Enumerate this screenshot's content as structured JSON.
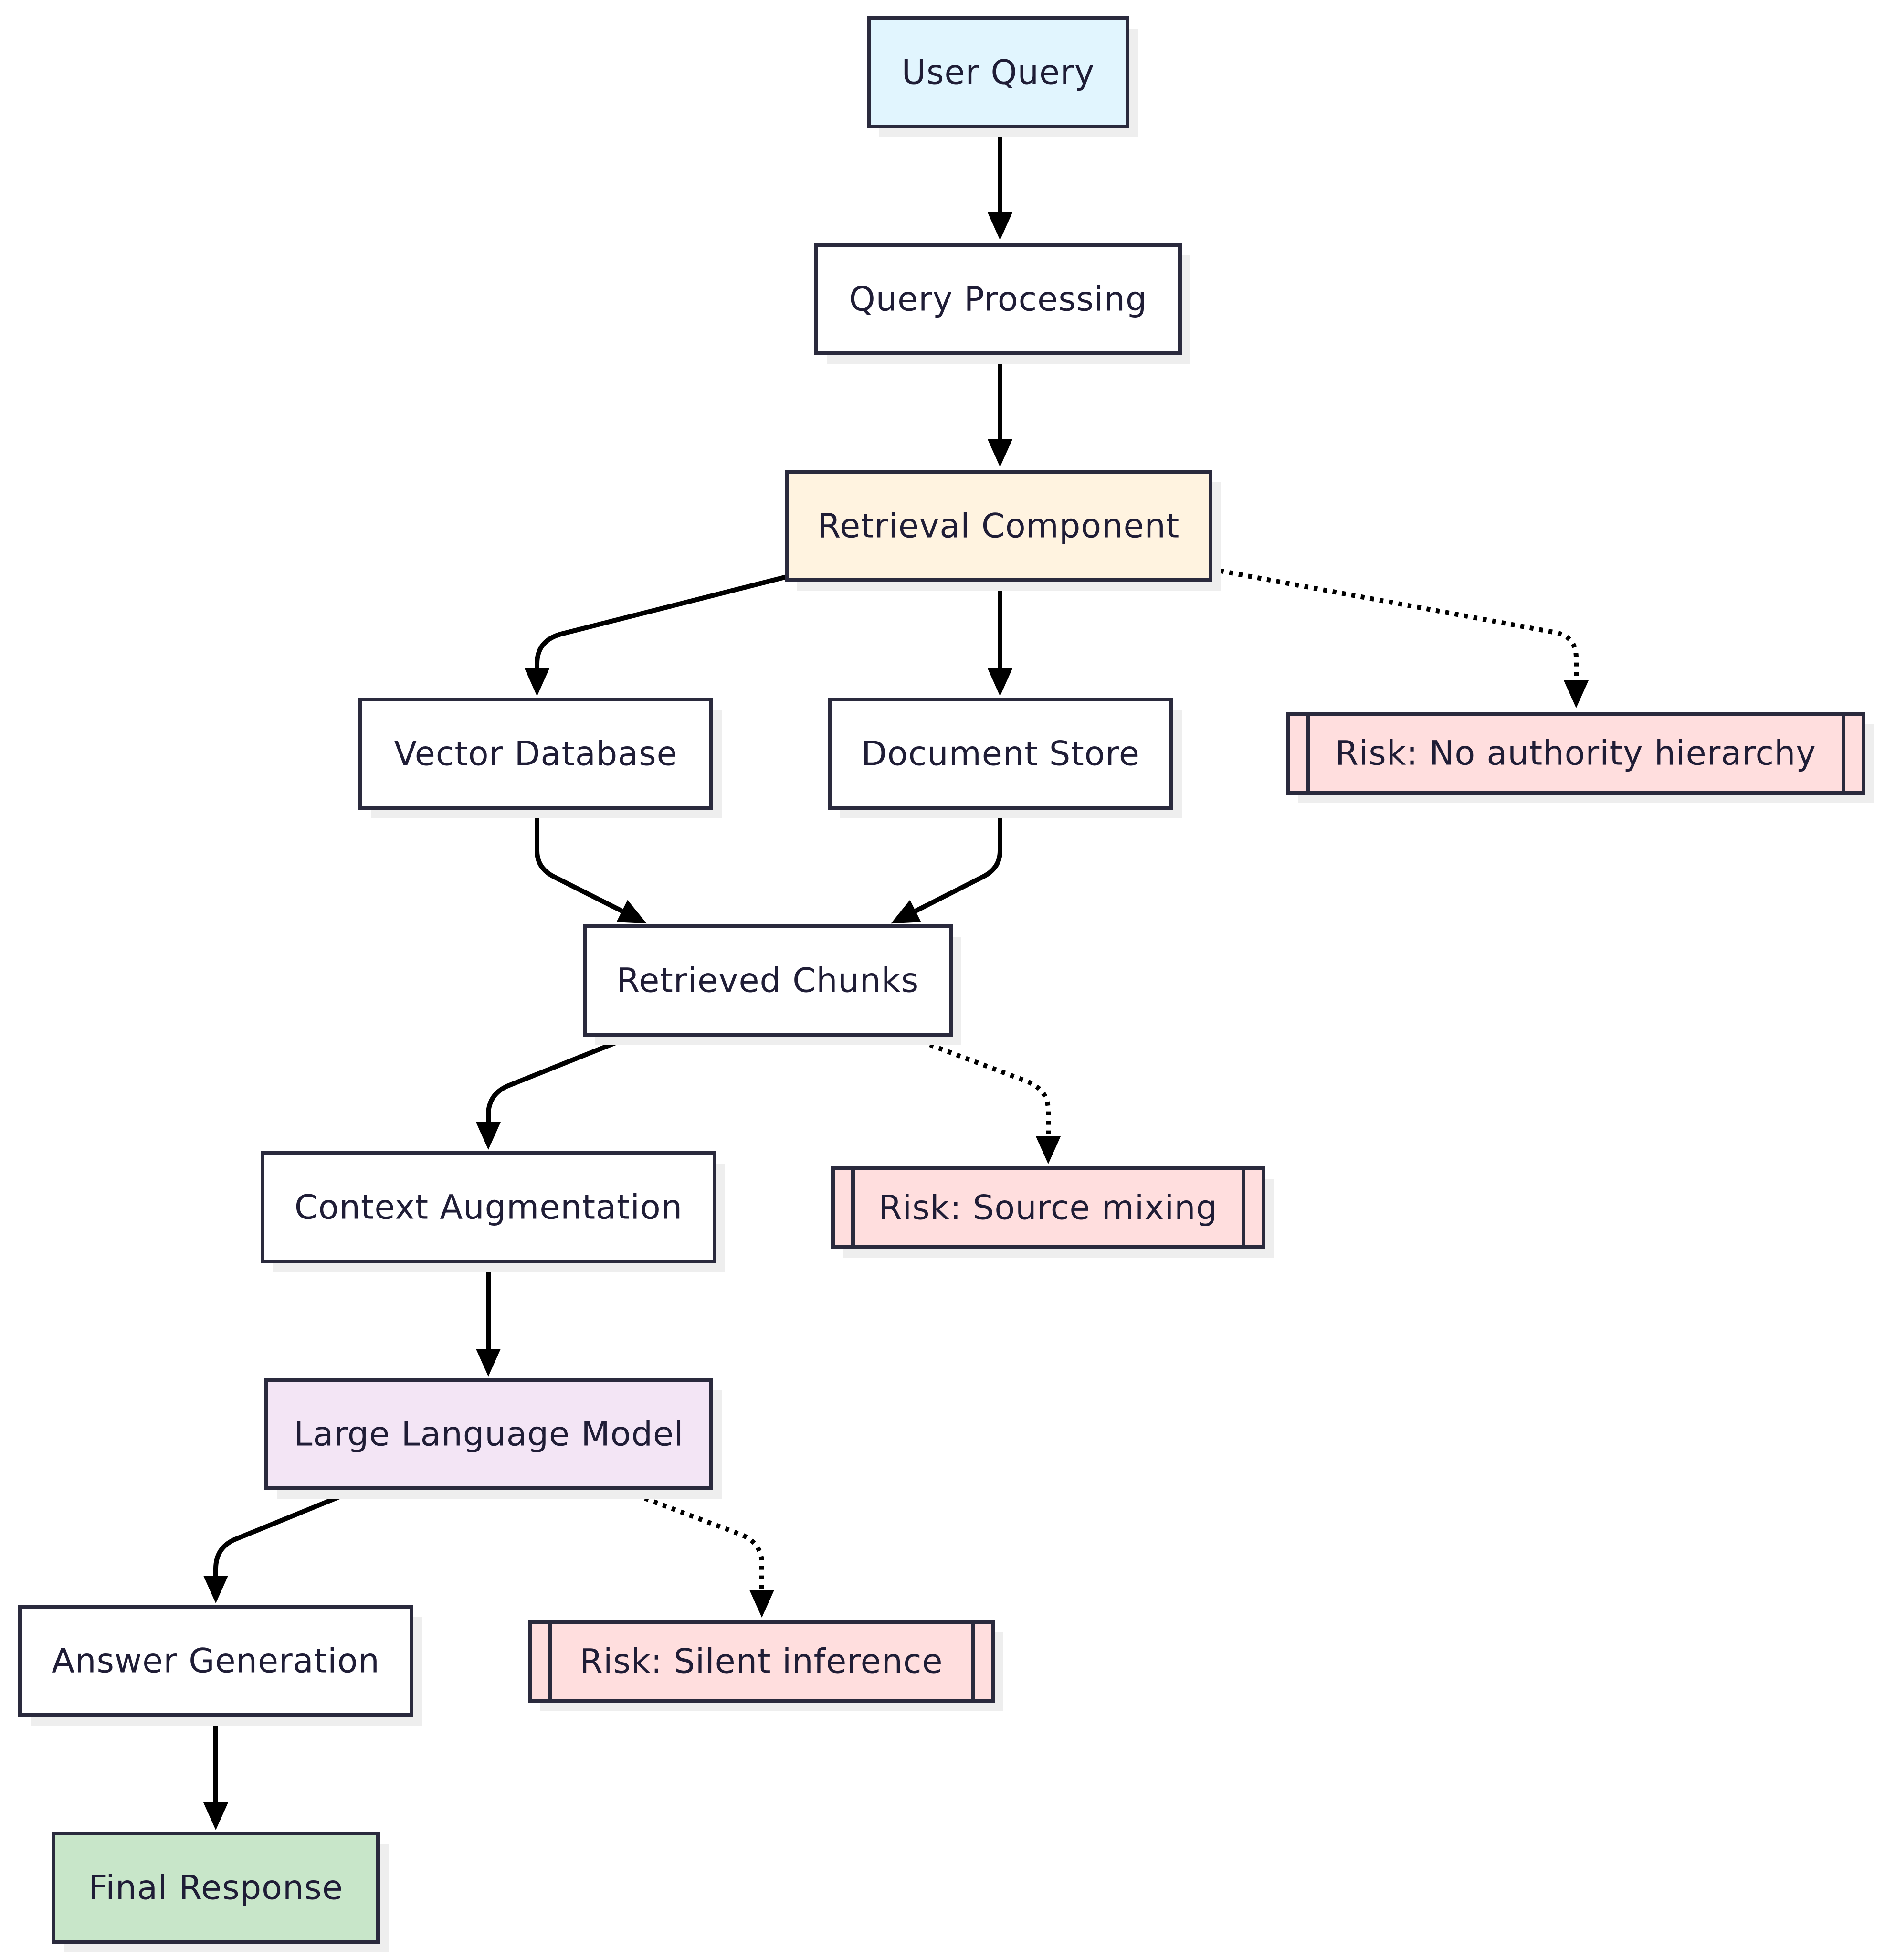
{
  "colors": {
    "query": "#e1f5fe",
    "default": "#ffffff",
    "retrieval": "#fff3e0",
    "risk": "#ffdede",
    "model": "#f3e5f5",
    "response": "#c8e6c9",
    "stroke": "#2a2a3d",
    "edge": "#000000"
  },
  "nodes": {
    "user_query": {
      "label": "User Query",
      "style": "query"
    },
    "query_processing": {
      "label": "Query Processing",
      "style": "default"
    },
    "retrieval_component": {
      "label": "Retrieval Component",
      "style": "retrieval"
    },
    "vector_database": {
      "label": "Vector Database",
      "style": "default"
    },
    "document_store": {
      "label": "Document Store",
      "style": "default"
    },
    "risk_authority": {
      "label": "Risk: No authority hierarchy",
      "style": "risk",
      "shape": "subroutine"
    },
    "retrieved_chunks": {
      "label": "Retrieved Chunks",
      "style": "default"
    },
    "context_augmentation": {
      "label": "Context Augmentation",
      "style": "default"
    },
    "risk_source_mixing": {
      "label": "Risk: Source mixing",
      "style": "risk",
      "shape": "subroutine"
    },
    "llm": {
      "label": "Large Language Model",
      "style": "model"
    },
    "answer_generation": {
      "label": "Answer Generation",
      "style": "default"
    },
    "risk_silent_inference": {
      "label": "Risk: Silent inference",
      "style": "risk",
      "shape": "subroutine"
    },
    "final_response": {
      "label": "Final Response",
      "style": "response"
    }
  },
  "edges": [
    {
      "from": "user_query",
      "to": "query_processing",
      "style": "solid"
    },
    {
      "from": "query_processing",
      "to": "retrieval_component",
      "style": "solid"
    },
    {
      "from": "retrieval_component",
      "to": "vector_database",
      "style": "solid"
    },
    {
      "from": "retrieval_component",
      "to": "document_store",
      "style": "solid"
    },
    {
      "from": "retrieval_component",
      "to": "risk_authority",
      "style": "dotted"
    },
    {
      "from": "vector_database",
      "to": "retrieved_chunks",
      "style": "solid"
    },
    {
      "from": "document_store",
      "to": "retrieved_chunks",
      "style": "solid"
    },
    {
      "from": "retrieved_chunks",
      "to": "context_augmentation",
      "style": "solid"
    },
    {
      "from": "retrieved_chunks",
      "to": "risk_source_mixing",
      "style": "dotted"
    },
    {
      "from": "context_augmentation",
      "to": "llm",
      "style": "solid"
    },
    {
      "from": "llm",
      "to": "answer_generation",
      "style": "solid"
    },
    {
      "from": "llm",
      "to": "risk_silent_inference",
      "style": "dotted"
    },
    {
      "from": "answer_generation",
      "to": "final_response",
      "style": "solid"
    }
  ]
}
